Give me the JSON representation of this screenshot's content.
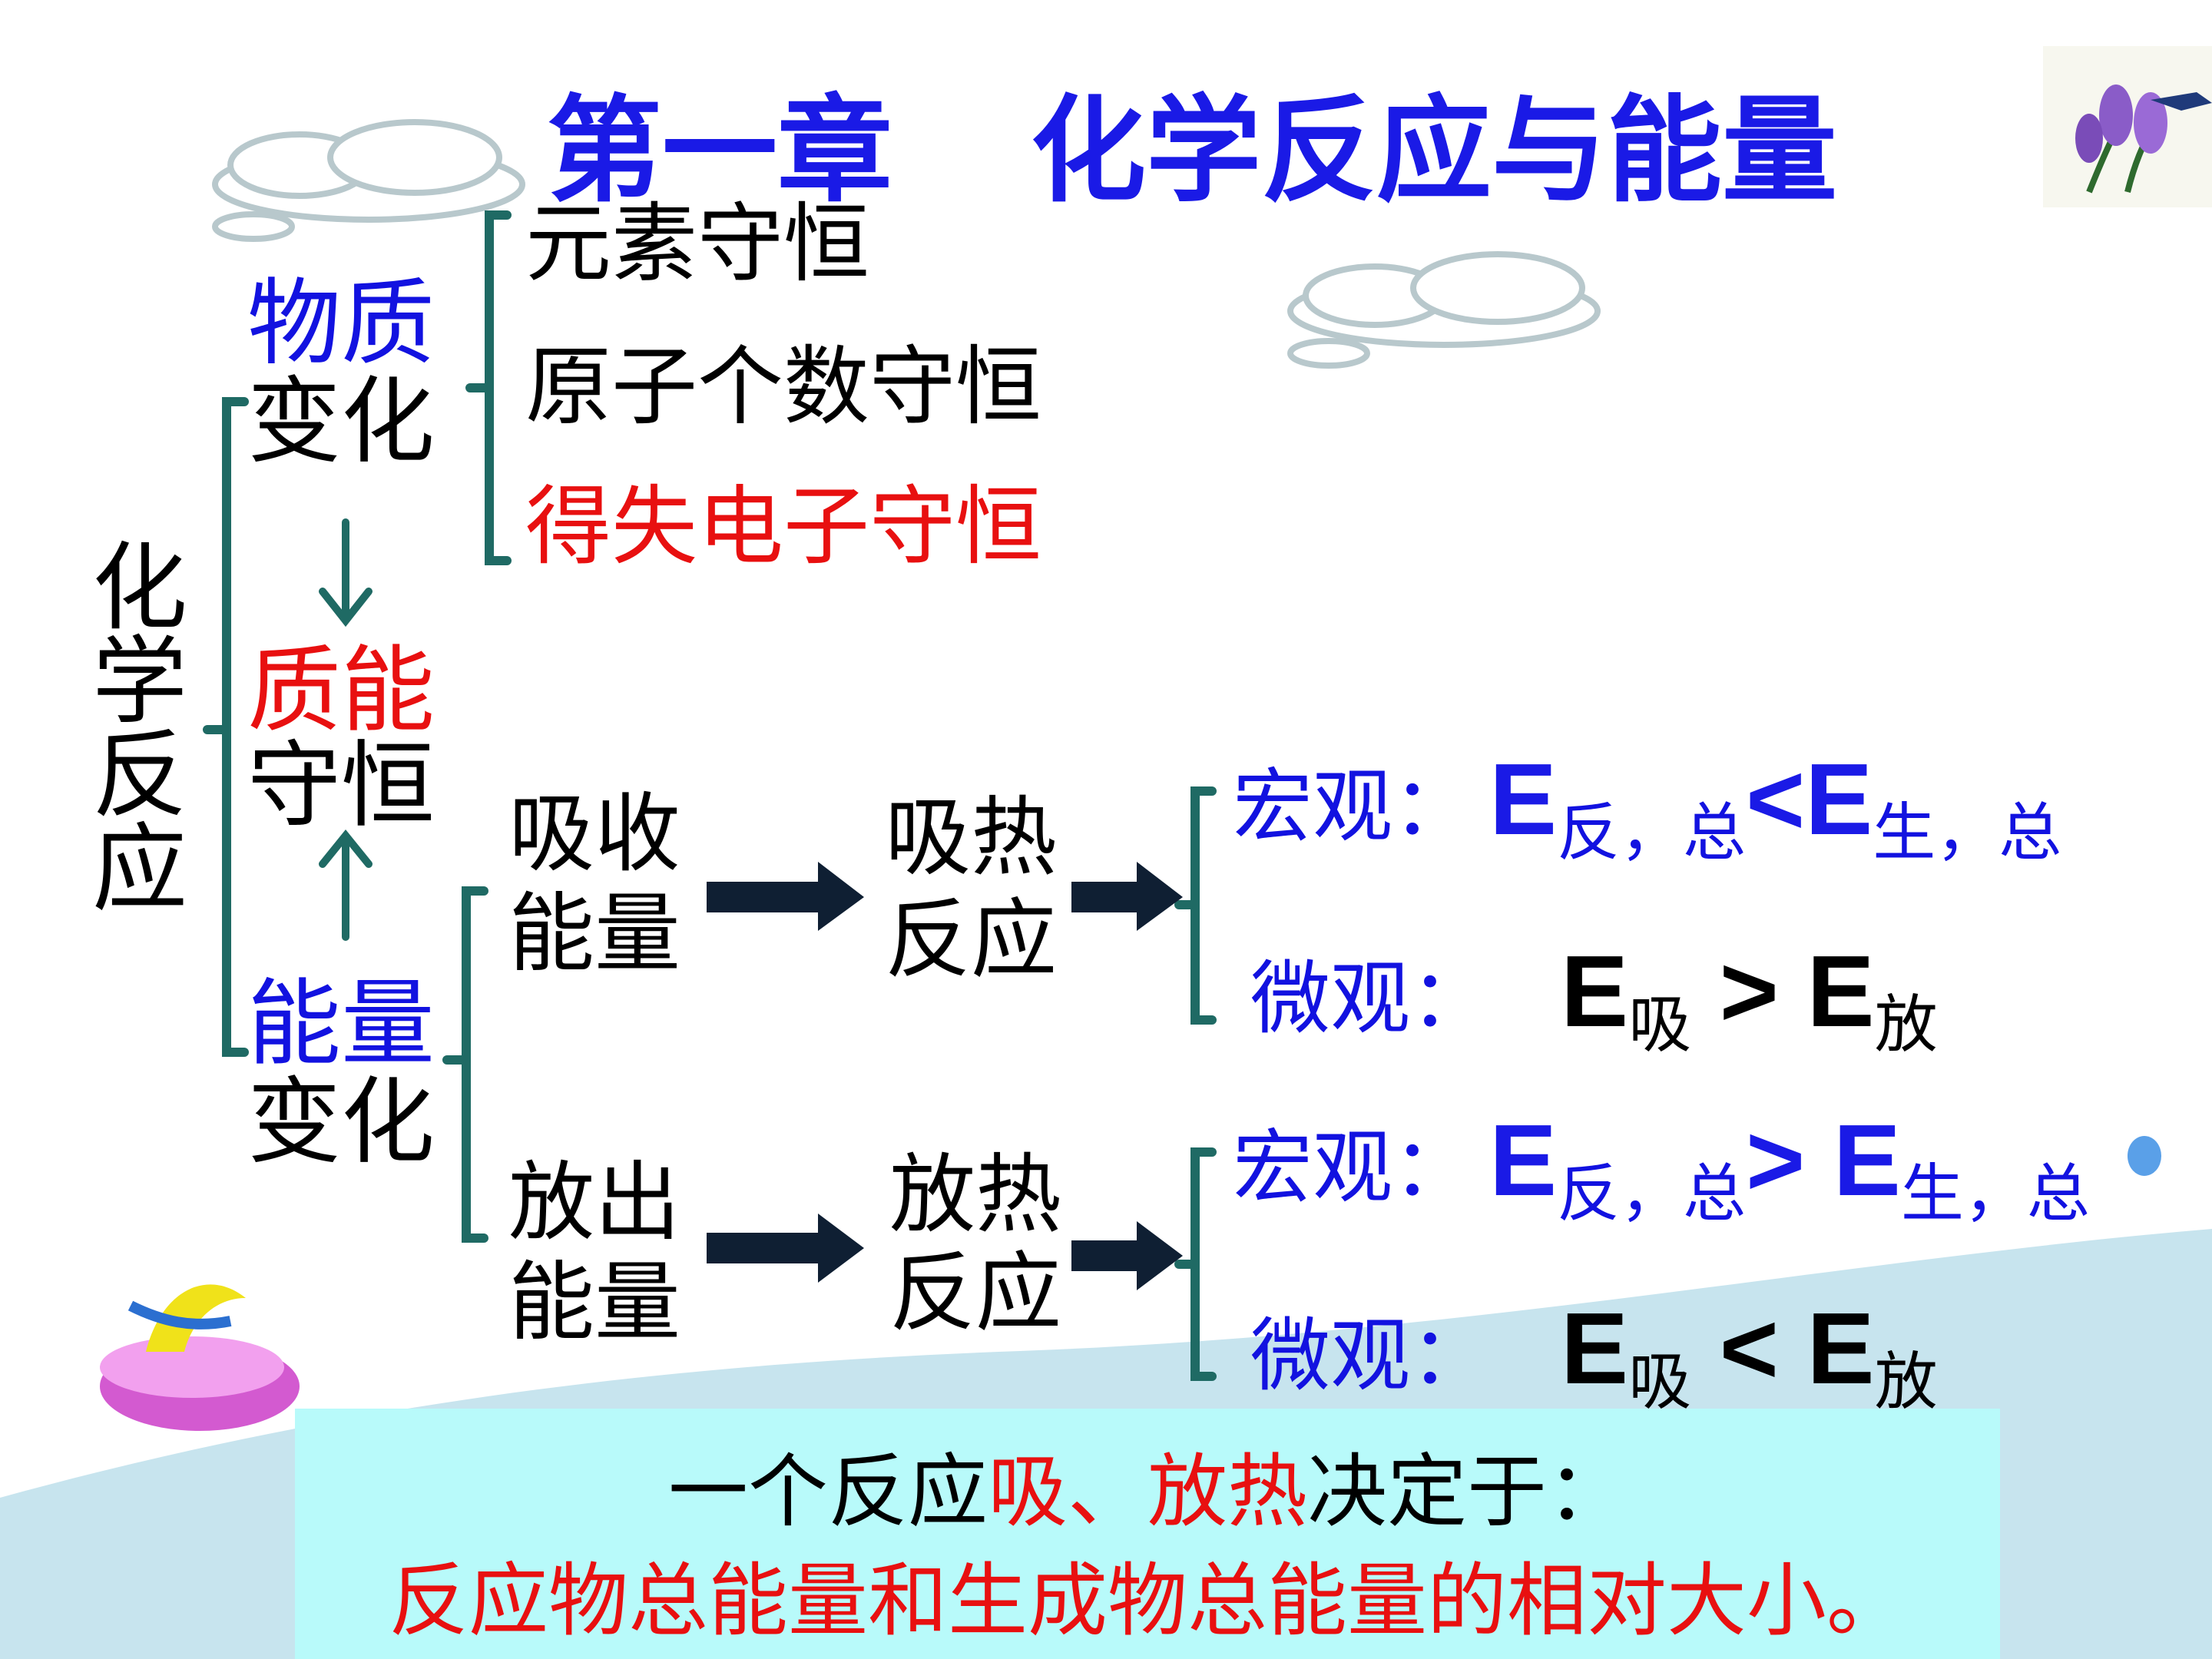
{
  "title": {
    "chapter": "第一章",
    "topic": "化学反应与能量"
  },
  "root_label": [
    "化",
    "学",
    "反",
    "应"
  ],
  "material": {
    "label_top": "物质",
    "label_bottom": "变化",
    "items": [
      {
        "text": "元素守恒",
        "color": "black"
      },
      {
        "text": "原子个数守恒",
        "color": "black"
      },
      {
        "text": "得失电子守恒",
        "color": "red"
      }
    ]
  },
  "mass_energy": {
    "top": "质能",
    "bottom": "守恒"
  },
  "energy": {
    "label_top": "能量",
    "label_bottom": "变化"
  },
  "absorb": {
    "source": [
      "吸收",
      "能量"
    ],
    "result": [
      "吸热",
      "反应"
    ],
    "macro": {
      "label": "宏观：",
      "e1": "E",
      "s1": "反，总",
      "op": "<E",
      "s2": "生，总"
    },
    "micro": {
      "label": "微观：",
      "e1": "E",
      "s1": "吸",
      "op": " > E",
      "s2": "放"
    }
  },
  "release": {
    "source": [
      "放出",
      "能量"
    ],
    "result": [
      "放热",
      "反应"
    ],
    "macro": {
      "label": "宏观：",
      "e1": "E",
      "s1": "反，总",
      "op": "> E",
      "s2": "生，总"
    },
    "micro": {
      "label": "微观：",
      "e1": "E",
      "s1": "吸",
      "op": " < E",
      "s2": "放"
    }
  },
  "conclusion": {
    "line1": [
      {
        "text": "一个反应",
        "color": "black"
      },
      {
        "text": "吸、放热",
        "color": "red"
      },
      {
        "text": "决定于：",
        "color": "black"
      }
    ],
    "line2": "反应物总能量和生成物总能量的相对大小。"
  },
  "colors": {
    "blue": "#1212e0",
    "red": "#e81010",
    "bracket": "#1f6a64",
    "arrow": "#0f1f33",
    "box": "#b8fafa"
  }
}
